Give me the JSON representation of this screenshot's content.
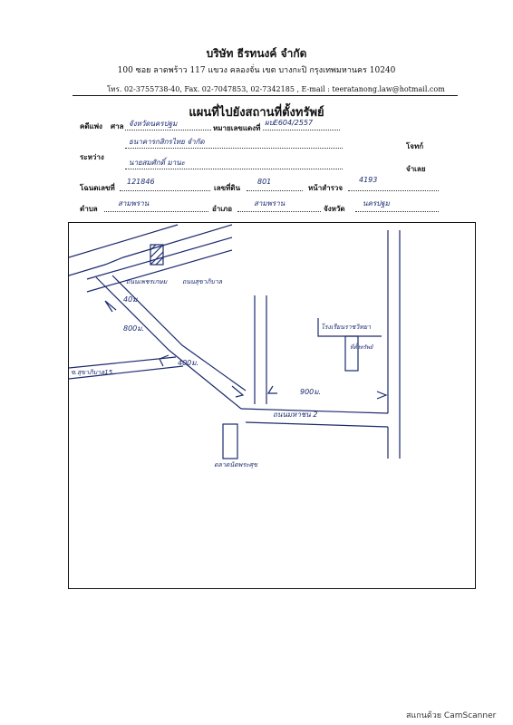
{
  "header": {
    "company": "บริษัท ธีรทนงค์ จำกัด",
    "address": "100  ซอย ลาดพร้าว 117  แขวง คลองจั่น  เขต บางกะปิ  กรุงเทพมหานคร  10240",
    "contact": "โทร. 02-3755738-40, Fax.  02-7047853, 02-7342185 , E-mail : teeratanong.law@hotmail.com"
  },
  "form": {
    "title": "แผนที่ไปยังสถานที่ตั้งทรัพย์",
    "case_label": "คดีแพ่ง",
    "court_label": "ศาล",
    "court_value": "จังหวัดนครปฐม",
    "case_no_label": "หมายเลขแดงที่",
    "case_no_value": "ผบE604/2557",
    "plaintiff_value": "ธนาคารกสิกรไทย  จำกัด",
    "plaintiff_role": "โจทก์",
    "between_label": "ระหว่าง",
    "defendant_value": "นายสมศักดิ์ มานะ",
    "defendant_role": "จำเลย",
    "deed_label": "โฉนดเลขที่",
    "deed_value": "121846",
    "land_no_label": "เลขที่ดิน",
    "land_no_value": "801",
    "survey_label": "หน้าสำรวจ",
    "survey_value": "4193",
    "subdistrict_label": "ตำบล",
    "subdistrict_value": "สามพราน",
    "district_label": "อำเภอ",
    "district_value": "สามพราน",
    "province_label": "จังหวัด",
    "province_value": "นครปฐม"
  },
  "map": {
    "labels": {
      "road_top": "ถนนเพชรเกษม",
      "dist_40": "40ม.",
      "road_diag": "ถนนสุขาภิบาล",
      "dist_800": "800ม.",
      "road_left": "ซ.สุขาภิบาล15",
      "dist_400": "400ม.",
      "school": "โรงเรียนราชวิทยา",
      "property": "ที่ตั้งทรัพย์",
      "dist_900": "900ม.",
      "road_bottom": "ถนนมหาชน 2",
      "bottom_site": "ตลาดนัดพระศุข"
    }
  },
  "footer": {
    "scanner": "สแกนด้วย CamScanner"
  }
}
